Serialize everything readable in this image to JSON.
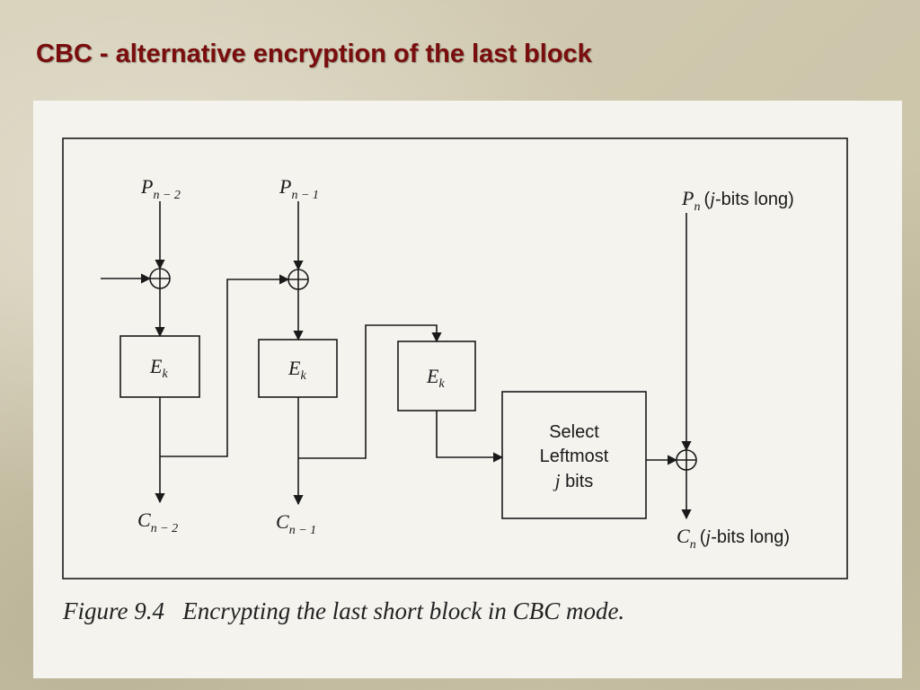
{
  "slide": {
    "title": "CBC - alternative encryption of the last block"
  },
  "diagram": {
    "caption": "Figure 9.4   Encrypting the last short block in CBC mode.",
    "plaintexts": [
      {
        "main": "P",
        "sub": "n − 2"
      },
      {
        "main": "P",
        "sub": "n − 1"
      },
      {
        "main": "P",
        "sub": "n",
        "suffix_italic": "j",
        "suffix": "-bits long)",
        "prefix": "("
      }
    ],
    "ciphertexts": [
      {
        "main": "C",
        "sub": "n − 2"
      },
      {
        "main": "C",
        "sub": "n − 1"
      },
      {
        "main": "C",
        "sub": "n",
        "suffix_italic": "j",
        "suffix": "-bits long)",
        "prefix": "("
      }
    ],
    "encrypt_box": {
      "main": "E",
      "sub": "k"
    },
    "select_box": {
      "line1": "Select",
      "line2": "Leftmost",
      "line3_italic": "j",
      "line3": " bits"
    },
    "colors": {
      "title": "#7a0d0d",
      "ink": "#1a1a1a",
      "panel": "#f4f3ee"
    }
  }
}
